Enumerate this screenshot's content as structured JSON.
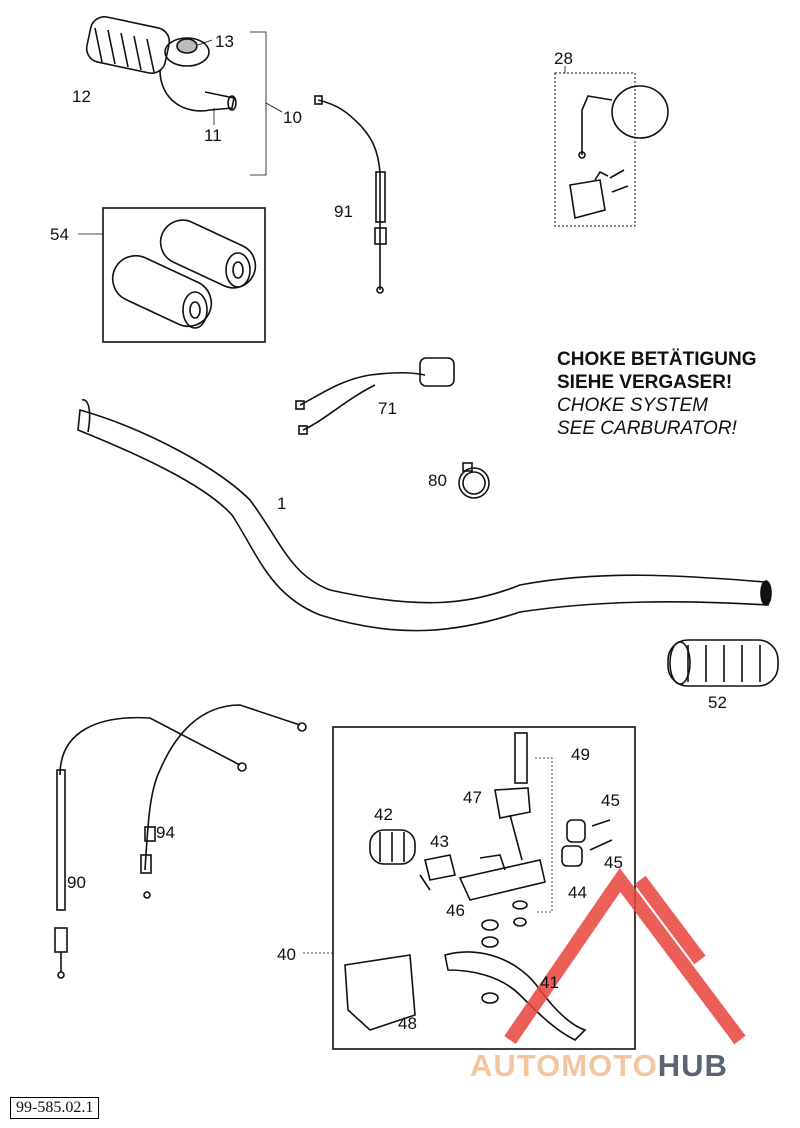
{
  "parts": [
    {
      "id": "grip-assembly-left",
      "label": "12"
    },
    {
      "id": "grip-part-13",
      "label": "13"
    },
    {
      "id": "grip-part-11",
      "label": "11"
    },
    {
      "id": "bracket-10",
      "label": "10"
    },
    {
      "id": "cable-91",
      "label": "91"
    },
    {
      "id": "grip-set-54",
      "label": "54"
    },
    {
      "id": "mirror-28",
      "label": "28"
    },
    {
      "id": "switch-71",
      "label": "71"
    },
    {
      "id": "clamp-80",
      "label": "80"
    },
    {
      "id": "handlebar-1",
      "label": "1"
    },
    {
      "id": "grip-52",
      "label": "52"
    },
    {
      "id": "cable-90",
      "label": "90"
    },
    {
      "id": "cable-94",
      "label": "94"
    },
    {
      "id": "lever-assembly-40",
      "label": "40"
    },
    {
      "id": "part-42",
      "label": "42"
    },
    {
      "id": "part-43",
      "label": "43"
    },
    {
      "id": "part-49",
      "label": "49"
    },
    {
      "id": "part-47",
      "label": "47"
    },
    {
      "id": "part-45a",
      "label": "45"
    },
    {
      "id": "part-45b",
      "label": "45"
    },
    {
      "id": "part-44",
      "label": "44"
    },
    {
      "id": "part-46",
      "label": "46"
    },
    {
      "id": "part-41",
      "label": "41"
    },
    {
      "id": "part-48",
      "label": "48"
    }
  ],
  "note": {
    "line1": "CHOKE BETÄTIGUNG",
    "line2": "SIEHE VERGASER!",
    "line3": "CHOKE SYSTEM",
    "line4": "SEE CARBURATOR!"
  },
  "doc_number": "99-585.02.1",
  "watermark": {
    "part1": "AUTOMOTO",
    "part2": "HUB"
  },
  "colors": {
    "line": "#111111",
    "watermark_red": "#e9433b",
    "watermark_light": "#f4c6a0",
    "watermark_grey": "#5a6470"
  }
}
